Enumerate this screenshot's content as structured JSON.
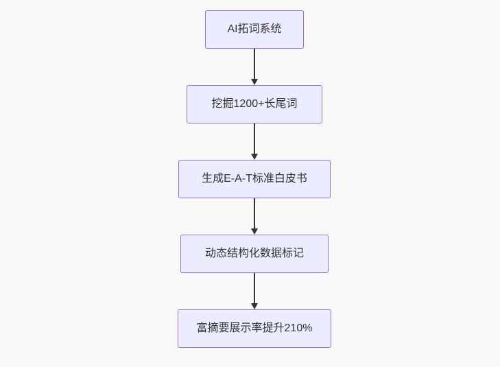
{
  "canvas": {
    "background_color": "#f8f8f8"
  },
  "flowchart": {
    "type": "flowchart",
    "direction": "top-down",
    "nodes": [
      {
        "label": "AI拓词系统"
      },
      {
        "label": "挖掘1200+长尾词"
      },
      {
        "label": "生成E-A-T标准白皮书"
      },
      {
        "label": "动态结构化数据标记"
      },
      {
        "label": "富摘要展示率提升210%"
      }
    ],
    "edges": [
      {
        "from": 0,
        "to": 1
      },
      {
        "from": 1,
        "to": 2
      },
      {
        "from": 2,
        "to": 3
      },
      {
        "from": 3,
        "to": 4
      }
    ],
    "style": {
      "node_fill": "#ececff",
      "node_border": "#9370db",
      "node_text_color": "#333333",
      "arrow_color": "#333333"
    }
  }
}
